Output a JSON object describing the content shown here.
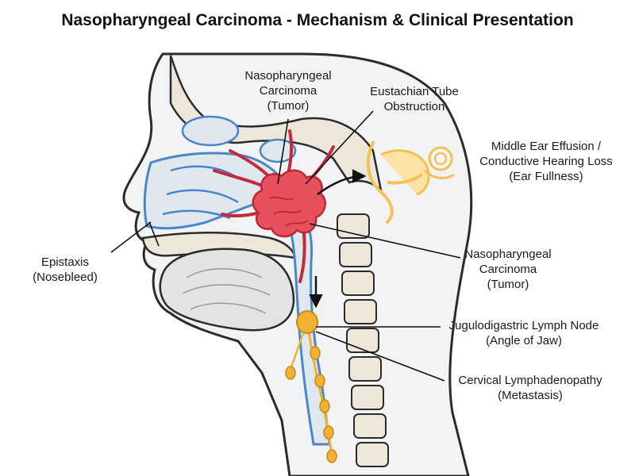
{
  "title": "Nasopharyngeal Carcinoma - Mechanism & Clinical Presentation",
  "labels": {
    "tumor_top": [
      "Nasopharyngeal",
      "Carcinoma",
      "(Tumor)"
    ],
    "eustachian": [
      "Eustachian Tube",
      "Obstruction"
    ],
    "middle_ear": [
      "Middle Ear Effusion /",
      "Conductive Hearing Loss",
      "(Ear Fullness)"
    ],
    "epistaxis": [
      "Epistaxis",
      "(Nosebleed)"
    ],
    "tumor_right": [
      "Nasopharyngeal",
      "Carcinoma",
      "(Tumor)"
    ],
    "lymph_node": [
      "Jugulodigastric Lymph Node",
      "(Angle of Jaw)"
    ],
    "cervical": [
      "Cervical Lymphadenopathy",
      "(Metastasis)"
    ]
  },
  "colors": {
    "tumor": "#e8505b",
    "tumor_dark": "#b8283a",
    "vessel": "#c42a3c",
    "lymph": "#f2b134",
    "ear": "#f5c054",
    "airway_outline": "#4a86c8",
    "tissue": "#dfe7ef",
    "bone": "#e9e4d6"
  }
}
